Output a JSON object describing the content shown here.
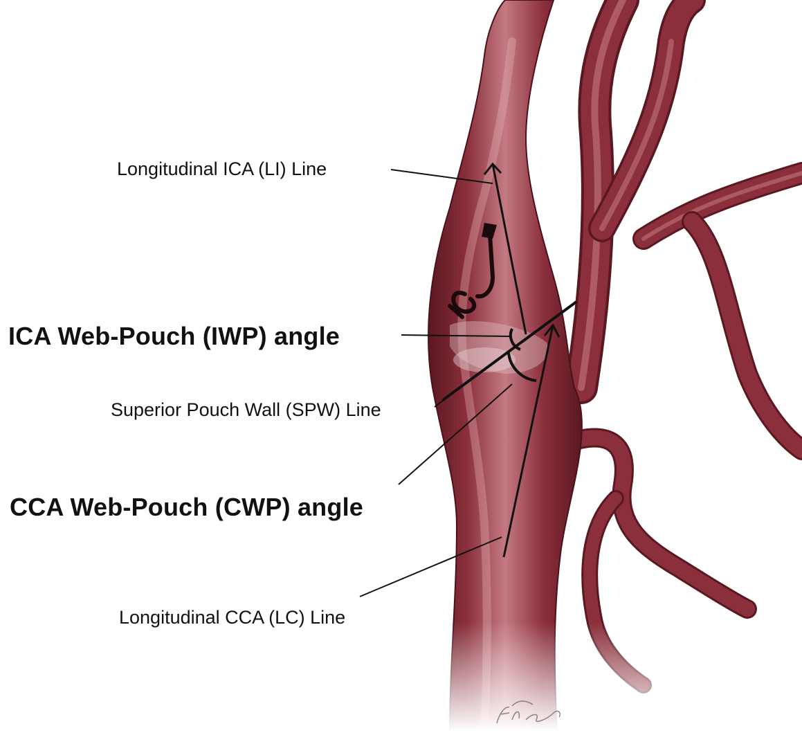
{
  "labels": {
    "li_line": "Longitudinal ICA (LI) Line",
    "iwp_angle": "ICA Web-Pouch (IWP) angle",
    "spw_line": "Superior Pouch Wall (SPW) Line",
    "cwp_angle": "CCA Web-Pouch (CWP) angle",
    "lc_line": "Longitudinal CCA (LC) Line"
  },
  "signature": "E Tynan Siegel",
  "colors": {
    "vessel": "#8a2f3b",
    "vessel_dark": "#5a1821",
    "vessel_light": "#c47a83",
    "ink": "#111111",
    "flow_arrow": "#1a0a0c",
    "background": "#ffffff"
  }
}
